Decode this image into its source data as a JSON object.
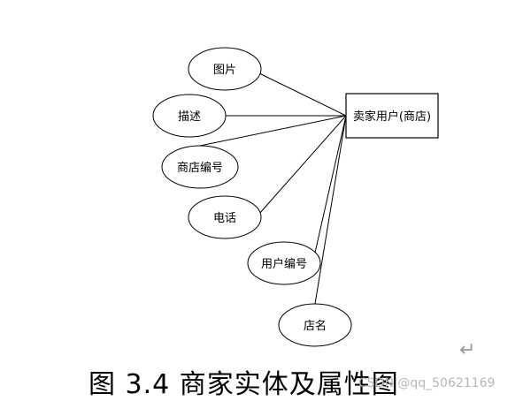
{
  "diagram": {
    "entity": {
      "label": "卖家用户(商店)"
    },
    "attributes": [
      {
        "id": "picture",
        "label": "图片"
      },
      {
        "id": "description",
        "label": "描述"
      },
      {
        "id": "shop-id",
        "label": "商店编号"
      },
      {
        "id": "phone",
        "label": "电话"
      },
      {
        "id": "user-id",
        "label": "用户编号"
      },
      {
        "id": "shop-name",
        "label": "店名"
      }
    ],
    "caption": "图 3.4 商家实体及属性图",
    "return_mark": "↵",
    "watermark": "CSDN @qq_50621169"
  }
}
